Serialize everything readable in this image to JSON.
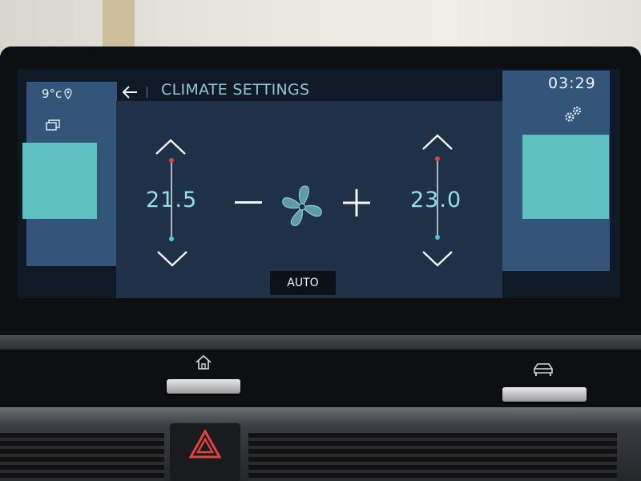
{
  "header": {
    "title": "CLIMATE SETTINGS",
    "clock": "03:29",
    "outside_temp": "9°c"
  },
  "climate": {
    "left_temp": "21.5",
    "right_temp": "23.0",
    "auto_label": "AUTO"
  },
  "colors": {
    "accent": "#8fc6d4",
    "panel": "#34557a",
    "tile": "#5fc0c2",
    "hot": "#e0443c",
    "cold": "#4cc6e6"
  },
  "icons": [
    "location-pin-icon",
    "recirculation-icon",
    "back-arrow-icon",
    "settings-gears-icon",
    "fan-icon",
    "home-icon",
    "car-icon",
    "hazard-icon"
  ]
}
